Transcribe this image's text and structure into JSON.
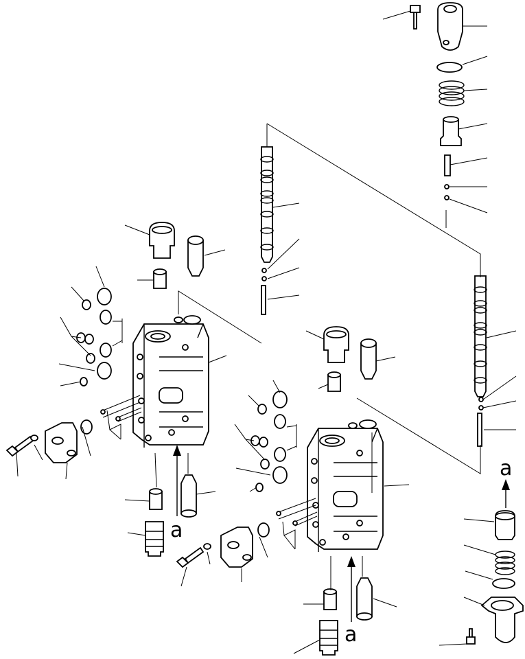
{
  "view_labels": [
    "a",
    "a",
    "a"
  ]
}
